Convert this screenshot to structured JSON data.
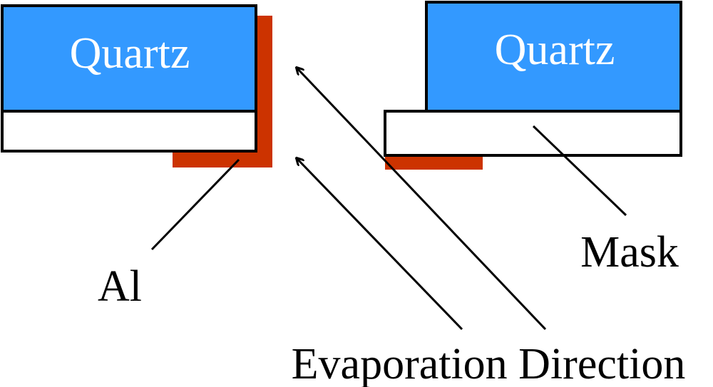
{
  "diagram": {
    "labels": {
      "quartz_left": "Quartz",
      "quartz_right": "Quartz",
      "aluminum": "Al",
      "mask": "Mask",
      "evaporation_direction": "Evaporation Direction"
    },
    "colors": {
      "quartz_fill": "#3399ff",
      "aluminum_fill": "#cc3300",
      "mask_fill": "#ffffff",
      "stroke": "#000000",
      "quartz_text": "#ffffff",
      "label_text": "#000000"
    }
  }
}
